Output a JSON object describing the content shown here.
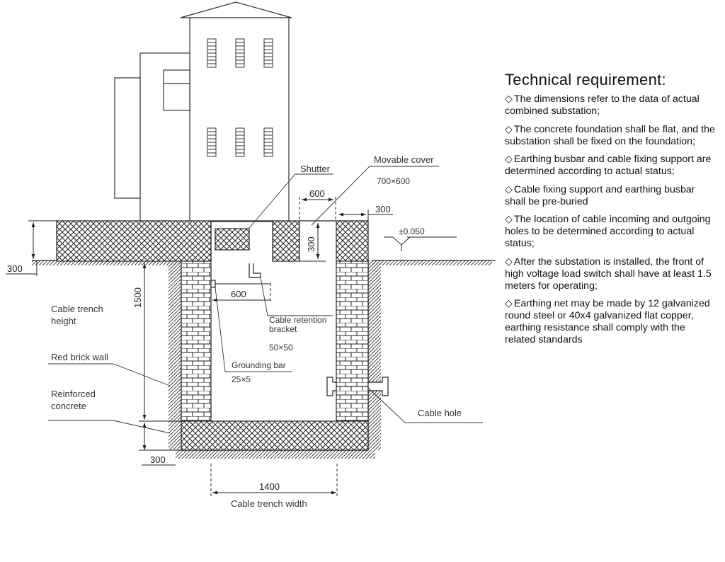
{
  "labels": {
    "shutter": "Shutter",
    "movable_cover": "Movable cover",
    "movable_cover_size": "700×600",
    "cable_retention_bracket_1": "Cable retention",
    "cable_retention_bracket_2": "bracket",
    "bracket_size": "50×50",
    "grounding_bar": "Grounding bar",
    "grounding_bar_size": "25×5",
    "cable_trench_height_1": "Cable trench",
    "cable_trench_height_2": "height",
    "red_brick_wall": "Red brick wall",
    "reinforced_concrete_1": "Reinforced",
    "reinforced_concrete_2": "concrete",
    "cable_hole": "Cable hole",
    "cable_trench_width": "Cable trench width",
    "elevation": "±0.050"
  },
  "dimensions": {
    "foundation_thickness": "300",
    "cover_width": "600",
    "cover_depth": "300",
    "wall_thickness": "300",
    "trench_height": "1500",
    "bracket_length": "600",
    "bottom_slab": "300",
    "trench_width": "1400"
  },
  "technical": {
    "title": "Technical requirement:",
    "bullet": "◇",
    "items": [
      "The dimensions refer to the data of actual combined substation;",
      "The concrete foundation shall be flat, and the substation shall be fixed on the foundation;",
      "Earthing busbar and cable fixing support are determined according to actual status;",
      "Cable fixing support and earthing busbar shall be pre-buried",
      "The location of cable incoming and outgoing holes to be determined according to actual status;",
      "After the substation is installed, the front of high voltage load switch shall have at least 1.5 meters for operating;",
      "Earthing net may be made by 12 galvanized round steel or 40x4 galvanized flat copper, earthing resistance shall comply with the related standards"
    ]
  }
}
